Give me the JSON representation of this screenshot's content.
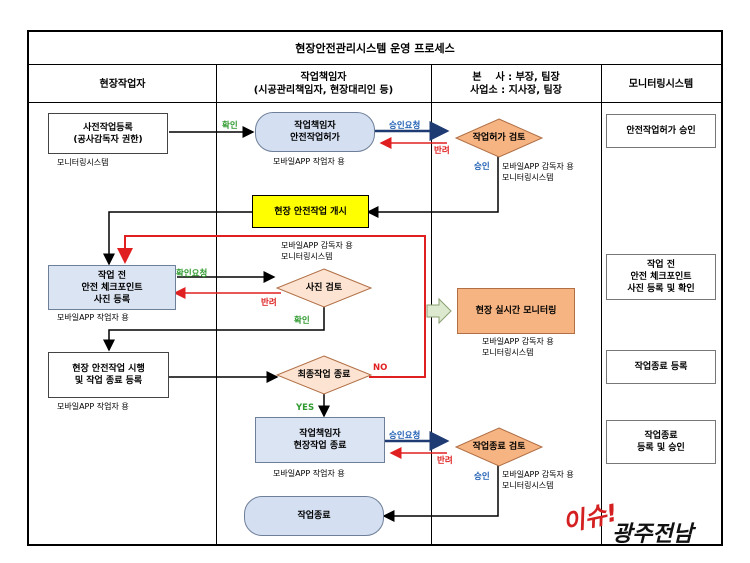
{
  "title": "현장안전관리시스템 운영 프로세스",
  "headers": {
    "col1": "현장작업자",
    "col2_line1": "작업책임자",
    "col2_line2": "(시공관리책임자, 현장대리인 등)",
    "col3_line1": "본    사 : 부장, 팀장",
    "col3_line2": "사업소 : 지사장, 팀장",
    "col4": "모니터링시스템"
  },
  "boxes": {
    "pre_register_l1": "사전작업등록",
    "pre_register_l2": "(공사감독자 권한)",
    "permit_l1": "작업책임자",
    "permit_l2": "안전작업허가",
    "permit_review": "작업허가 검토",
    "start": "현장 안전작업 개시",
    "checkpoint_l1": "작업 전",
    "checkpoint_l2": "안전 체크포인트",
    "checkpoint_l3": "사진 등록",
    "photo_review": "사진 검토",
    "realtime": "현장 실시간 모니터링",
    "perform_l1": "현장 안전작업 시행",
    "perform_l2": "및 작업 종료 등록",
    "final_end": "최종작업 종료",
    "leader_end_l1": "작업책임자",
    "leader_end_l2": "현장작업 종료",
    "end_review": "작업종료 검토",
    "finish": "작업종료"
  },
  "notes": {
    "monitor_sys": "모니터링시스템",
    "app_worker": "모바일APP 작업자 용",
    "app_supervisor": "모바일APP 감독자 용",
    "monitor_sys2": "모니터링시스템"
  },
  "labels": {
    "confirm": "확인",
    "approval_req": "승인요청",
    "reject": "반려",
    "approve": "승인",
    "confirm_req": "확인요청",
    "no": "NO",
    "yes": "YES"
  },
  "monitor": {
    "m1": "안전작업허가 승인",
    "m2_l1": "작업 전",
    "m2_l2": "안전 체크포인트",
    "m2_l3": "사진 등록 및 확인",
    "m3": "작업종료 등록",
    "m4_l1": "작업종료",
    "m4_l2": "등록 및 승인"
  },
  "watermark": {
    "part1": "이슈!",
    "part2": "광주전남"
  },
  "colors": {
    "green": "#2e9a2e",
    "blue": "#1f5fb3",
    "red": "#e02020",
    "yellow": "#ffff00",
    "orange": "#f6b482",
    "lightblue": "#dbe4f3"
  }
}
